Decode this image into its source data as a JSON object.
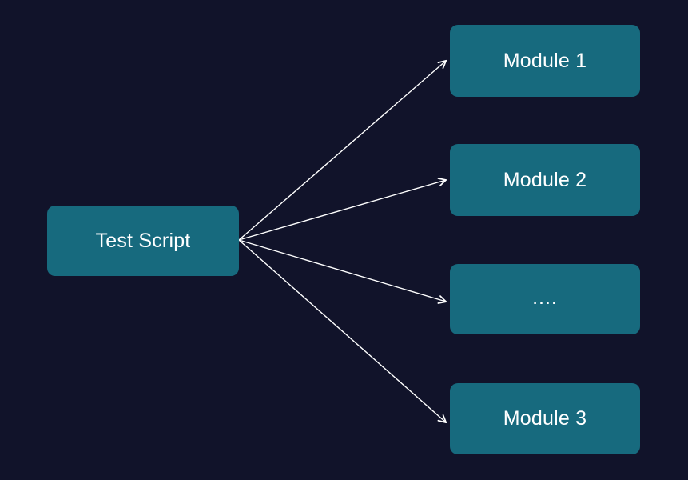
{
  "diagram": {
    "type": "flow-fanout",
    "background_color": "#11132a",
    "node_fill_color": "#176a7e",
    "node_text_color": "#ffffff",
    "edge_color": "#ffffff",
    "source": {
      "id": "test-script",
      "label": "Test Script"
    },
    "targets": [
      {
        "id": "module-1",
        "label": "Module 1"
      },
      {
        "id": "module-2",
        "label": "Module 2"
      },
      {
        "id": "module-ellipsis",
        "label": "...."
      },
      {
        "id": "module-3",
        "label": "Module 3"
      }
    ],
    "edges": [
      {
        "from": "test-script",
        "to": "module-1",
        "arrowhead": "open"
      },
      {
        "from": "test-script",
        "to": "module-2",
        "arrowhead": "open"
      },
      {
        "from": "test-script",
        "to": "module-ellipsis",
        "arrowhead": "open"
      },
      {
        "from": "test-script",
        "to": "module-3",
        "arrowhead": "open"
      }
    ]
  }
}
